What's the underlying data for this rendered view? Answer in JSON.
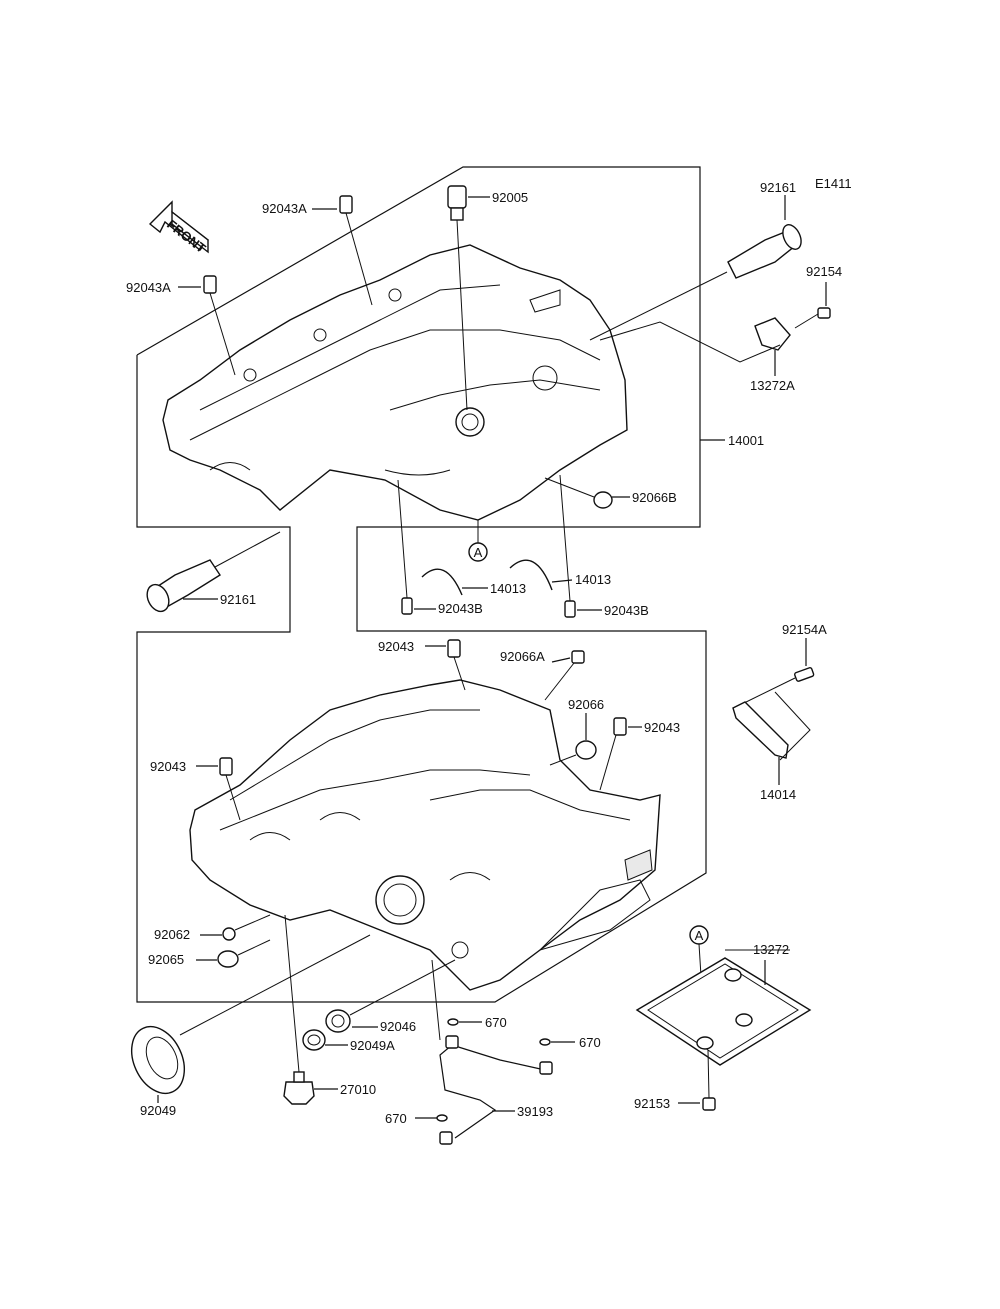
{
  "diagram": {
    "code": "E1411",
    "front_label": "FRONT",
    "ref_marker": "A",
    "parts": [
      {
        "id": "92043A_1",
        "label": "92043A"
      },
      {
        "id": "92043A_2",
        "label": "92043A"
      },
      {
        "id": "92005",
        "label": "92005"
      },
      {
        "id": "92161_1",
        "label": "92161"
      },
      {
        "id": "92154",
        "label": "92154"
      },
      {
        "id": "13272A",
        "label": "13272A"
      },
      {
        "id": "14001",
        "label": "14001"
      },
      {
        "id": "92066B",
        "label": "92066B"
      },
      {
        "id": "14013_1",
        "label": "14013"
      },
      {
        "id": "14013_2",
        "label": "14013"
      },
      {
        "id": "92043B_1",
        "label": "92043B"
      },
      {
        "id": "92043B_2",
        "label": "92043B"
      },
      {
        "id": "92161_2",
        "label": "92161"
      },
      {
        "id": "92154A",
        "label": "92154A"
      },
      {
        "id": "92043_1",
        "label": "92043"
      },
      {
        "id": "92066A",
        "label": "92066A"
      },
      {
        "id": "92066",
        "label": "92066"
      },
      {
        "id": "92043_2",
        "label": "92043"
      },
      {
        "id": "92043_3",
        "label": "92043"
      },
      {
        "id": "14014",
        "label": "14014"
      },
      {
        "id": "92062",
        "label": "92062"
      },
      {
        "id": "92065",
        "label": "92065"
      },
      {
        "id": "13272",
        "label": "13272"
      },
      {
        "id": "92046",
        "label": "92046"
      },
      {
        "id": "670_1",
        "label": "670"
      },
      {
        "id": "670_2",
        "label": "670"
      },
      {
        "id": "670_3",
        "label": "670"
      },
      {
        "id": "92049A",
        "label": "92049A"
      },
      {
        "id": "92049",
        "label": "92049"
      },
      {
        "id": "27010",
        "label": "27010"
      },
      {
        "id": "39193",
        "label": "39193"
      },
      {
        "id": "92153",
        "label": "92153"
      }
    ]
  }
}
